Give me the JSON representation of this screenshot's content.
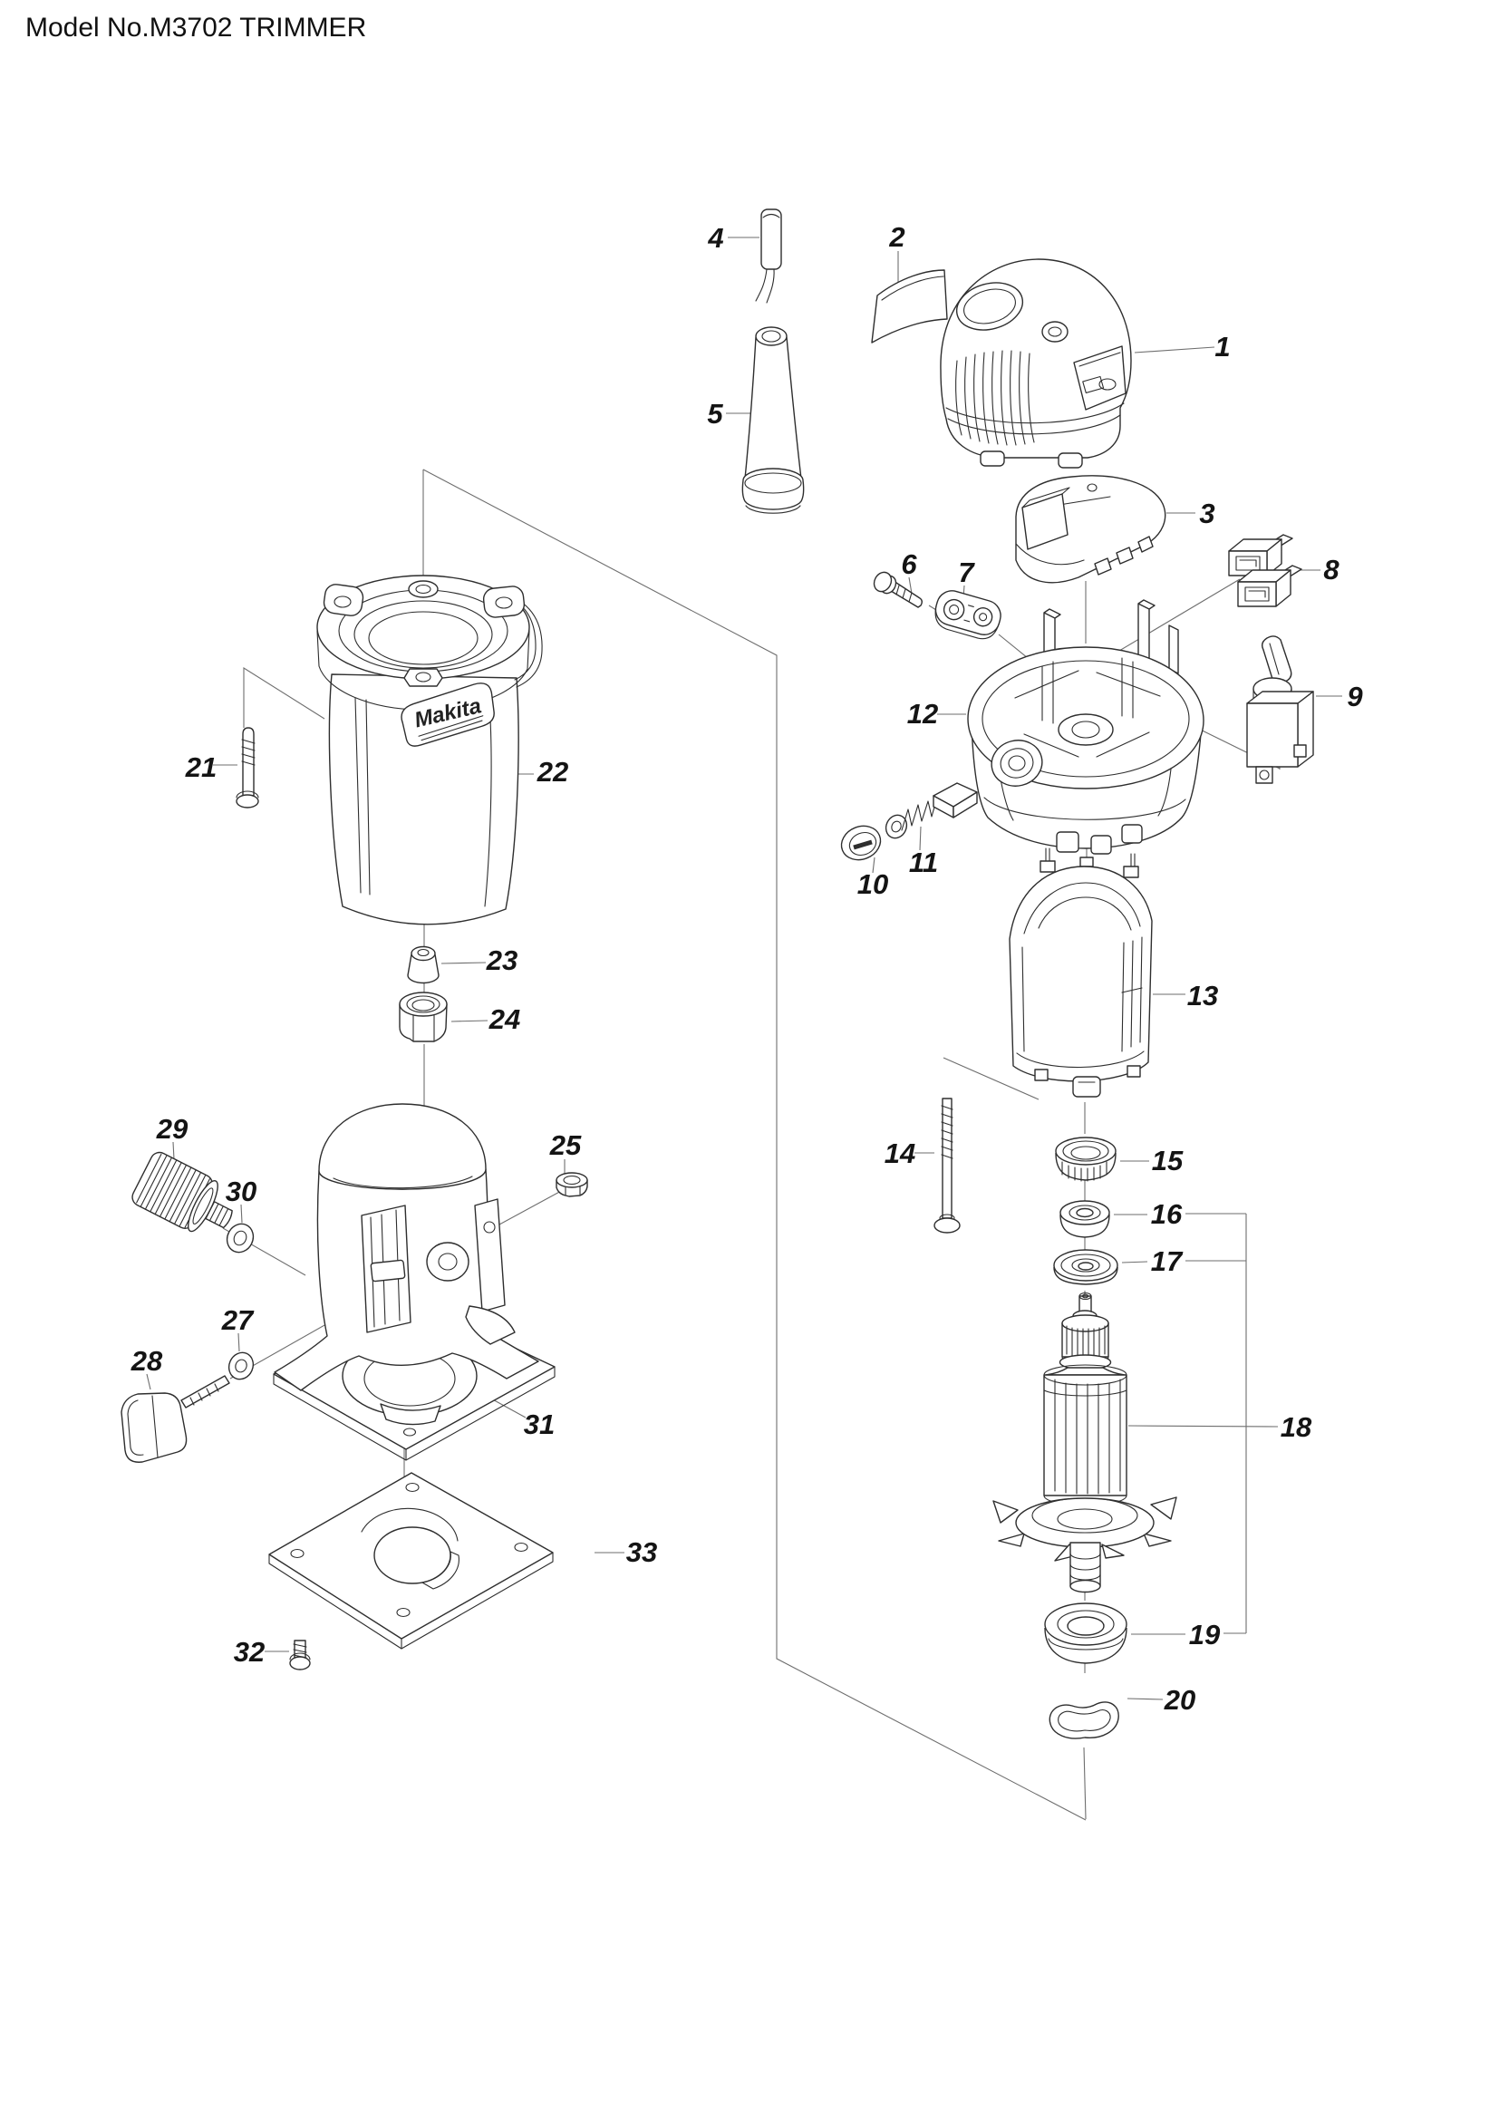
{
  "title": "Model No.M3702 TRIMMER",
  "brand": "Makita",
  "part_numbers": [
    "1",
    "2",
    "3",
    "4",
    "5",
    "6",
    "7",
    "8",
    "9",
    "10",
    "11",
    "12",
    "13",
    "14",
    "15",
    "16",
    "17",
    "18",
    "19",
    "20",
    "21",
    "22",
    "23",
    "24",
    "25",
    "27",
    "28",
    "29",
    "30",
    "31",
    "32",
    "33"
  ]
}
